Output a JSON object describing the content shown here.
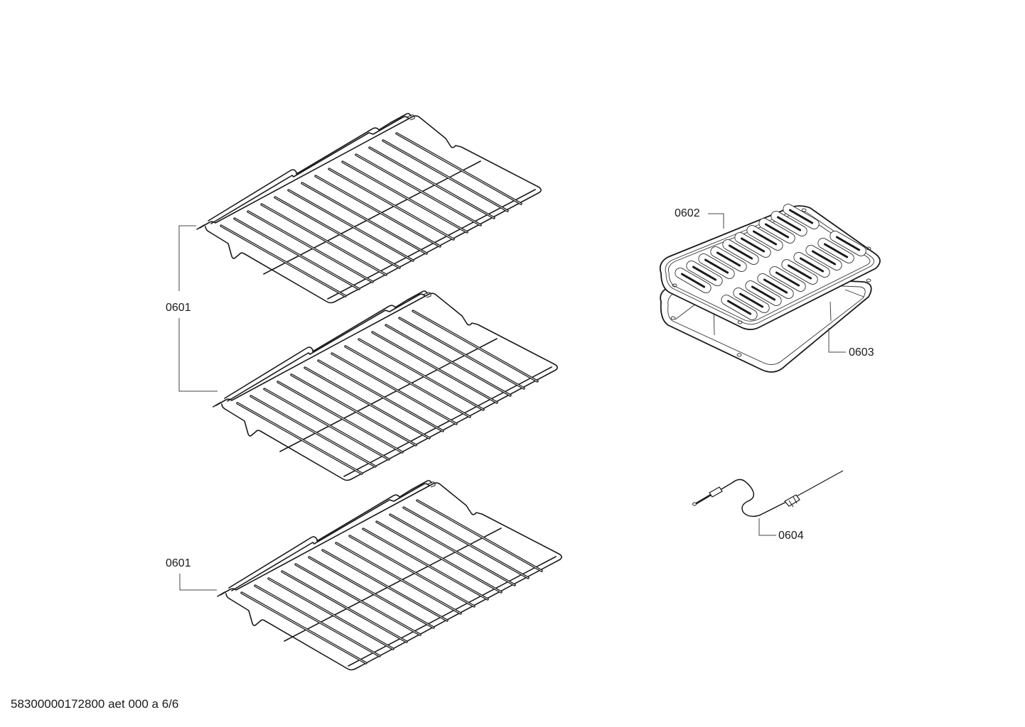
{
  "diagram": {
    "type": "exploded parts diagram",
    "subject": "oven accessories",
    "parts": [
      {
        "id": "0601",
        "name": "oven rack",
        "label": "0601",
        "count": 3
      },
      {
        "id": "0602",
        "name": "broil pan grid",
        "label": "0602"
      },
      {
        "id": "0603",
        "name": "broil pan",
        "label": "0603"
      },
      {
        "id": "0604",
        "name": "meat probe",
        "label": "0604"
      }
    ],
    "callouts": {
      "rack_group_upper": "0601",
      "rack_lower": "0601",
      "grid": "0602",
      "pan": "0603",
      "probe": "0604"
    }
  },
  "footer": {
    "document_code": "58300000172800 aet 000 a 6/6"
  }
}
